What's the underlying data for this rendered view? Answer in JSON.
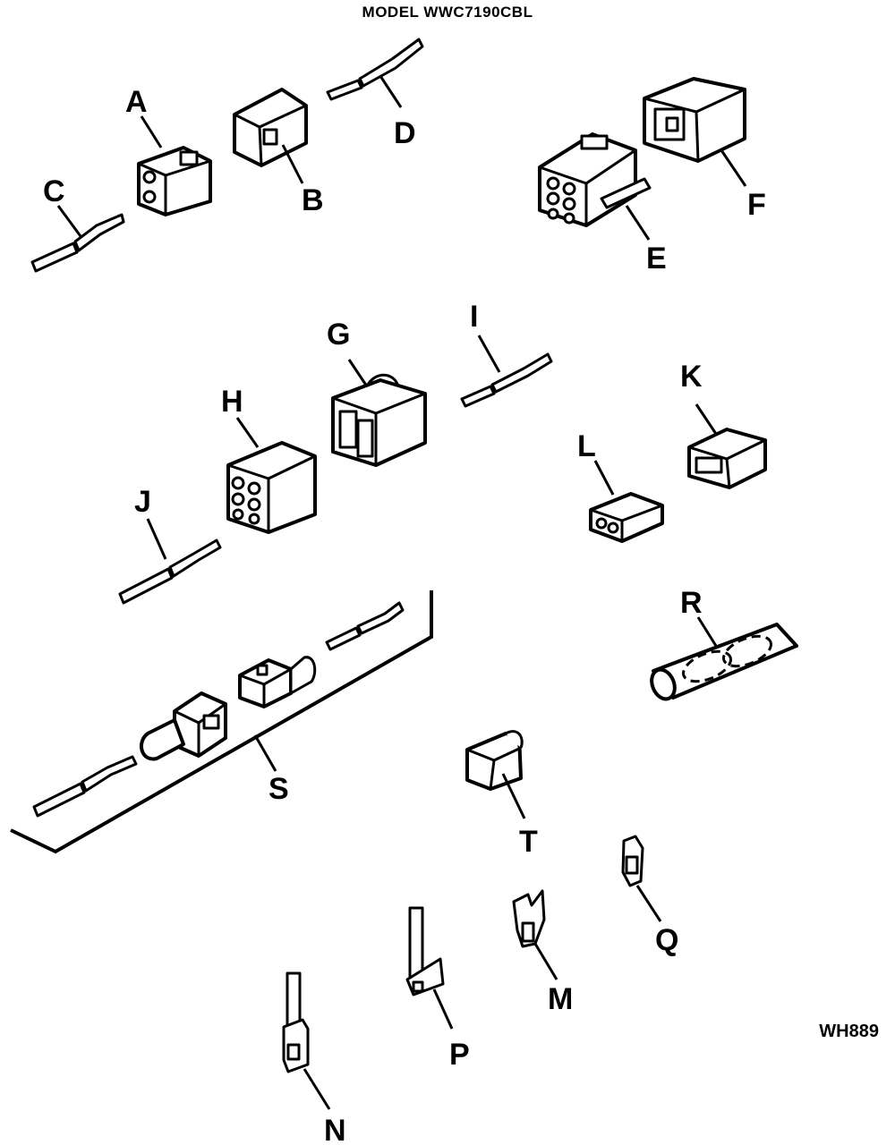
{
  "title": "MODEL WWC7190CBL",
  "drawing_code": "WH889",
  "parts": {
    "A": "A",
    "B": "B",
    "C": "C",
    "D": "D",
    "E": "E",
    "F": "F",
    "G": "G",
    "H": "H",
    "I": "I",
    "J": "J",
    "K": "K",
    "L": "L",
    "M": "M",
    "N": "N",
    "P": "P",
    "Q": "Q",
    "R": "R",
    "S": "S",
    "T": "T"
  }
}
